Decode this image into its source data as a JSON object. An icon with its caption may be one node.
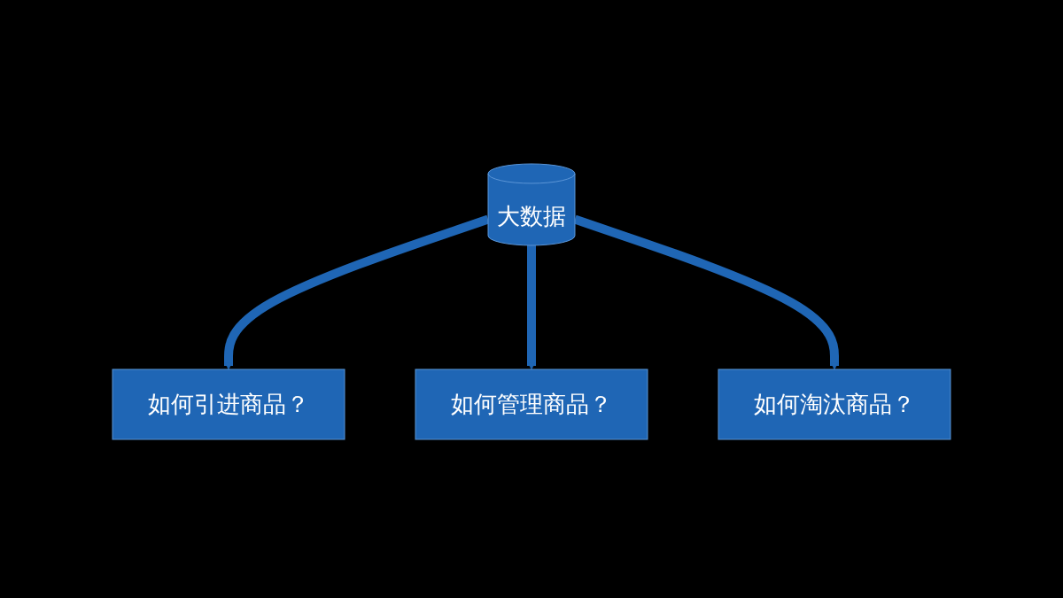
{
  "diagram": {
    "nodes": [
      {
        "text": [
          "大数据"
        ]
      },
      {
        "text": [
          "如何引进商品？"
        ]
      },
      {
        "text": [
          "如何管理商品？"
        ]
      },
      {
        "text": [
          "如何淘汰商品？"
        ]
      }
    ],
    "edges": [
      {
        "from": 0,
        "to": 1,
        "arrow": "to"
      },
      {
        "from": 0,
        "to": 2,
        "arrow": "to"
      },
      {
        "from": 0,
        "to": 3,
        "arrow": "to"
      }
    ]
  }
}
